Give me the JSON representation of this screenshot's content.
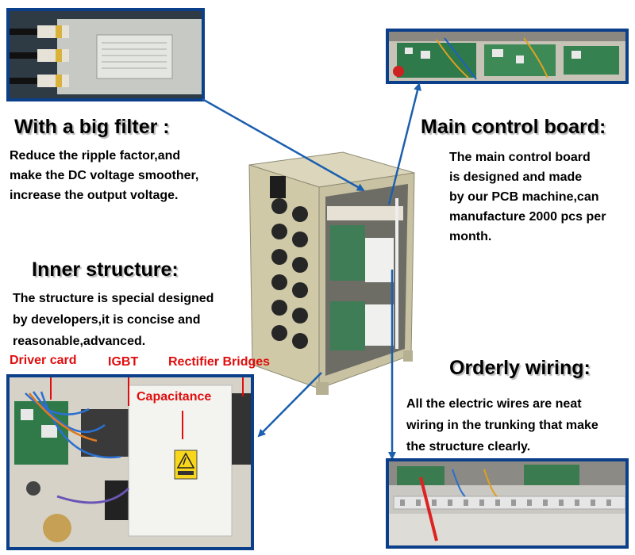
{
  "filter": {
    "heading": "With a big filter :",
    "lines": [
      "Reduce the ripple factor,and",
      "make the DC voltage smoother,",
      "increase the output voltage."
    ]
  },
  "main_board": {
    "heading": "Main control board:",
    "lines": [
      "The main control board",
      "is designed and made",
      "by our PCB machine,can",
      "manufacture 2000 pcs per",
      "month."
    ]
  },
  "inner": {
    "heading": "Inner structure:",
    "lines": [
      "The structure is special designed",
      "by developers,it is concise and",
      "reasonable,advanced."
    ]
  },
  "wiring": {
    "heading": "Orderly wiring:",
    "lines": [
      "All the  electric wires are neat",
      "wiring in the trunking that make",
      "the structure clearly."
    ]
  },
  "labels": {
    "driver_card": "Driver card",
    "igbt": "IGBT",
    "rectifier": "Rectifier Bridges",
    "capacitance": "Capacitance"
  },
  "colors": {
    "frame_border": "#0c3f8a",
    "arrow": "#1b5fae",
    "label_red": "#e00d0d",
    "cabinet": "#cfc9a8"
  }
}
